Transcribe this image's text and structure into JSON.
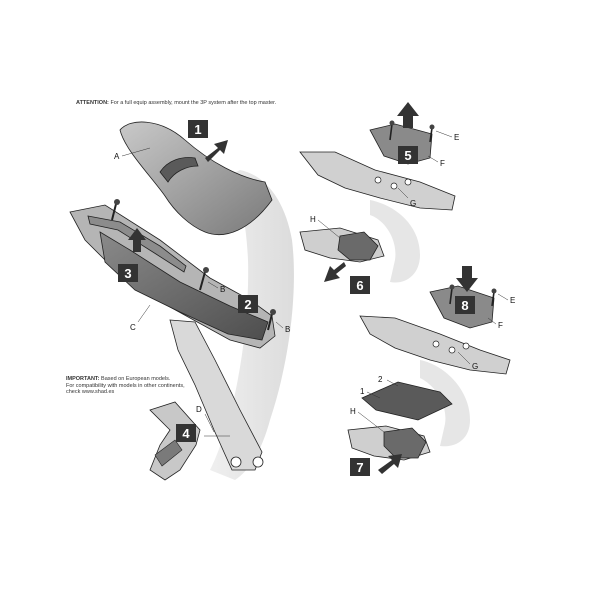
{
  "attention": {
    "heading": "ATTENTION:",
    "text": "For a full equip assembly, mount the 3P system after the top master."
  },
  "important": {
    "heading": "IMPORTANT:",
    "line1": "Based on European models.",
    "line2": "For compatibility with models in other continents,",
    "line3": "check www.shad.es"
  },
  "steps": {
    "s1": "1",
    "s2": "2",
    "s3": "3",
    "s4": "4",
    "s5": "5",
    "s6": "6",
    "s7": "7",
    "s8": "8"
  },
  "part_labels": {
    "A": "A",
    "B1": "B",
    "B2": "B",
    "C": "C",
    "D": "D",
    "E1": "E",
    "E2": "E",
    "F1": "F",
    "F2": "F",
    "G1": "G",
    "G2": "G",
    "H1": "H",
    "H2": "H",
    "one": "1",
    "two": "2"
  },
  "colors": {
    "step_box": "#333333",
    "arrow": "#333333",
    "part_dark": "#6a6a6a",
    "part_mid": "#9a9a9a",
    "part_light": "#d6d6d6",
    "wheel_shadow": "#e4e4e4"
  }
}
